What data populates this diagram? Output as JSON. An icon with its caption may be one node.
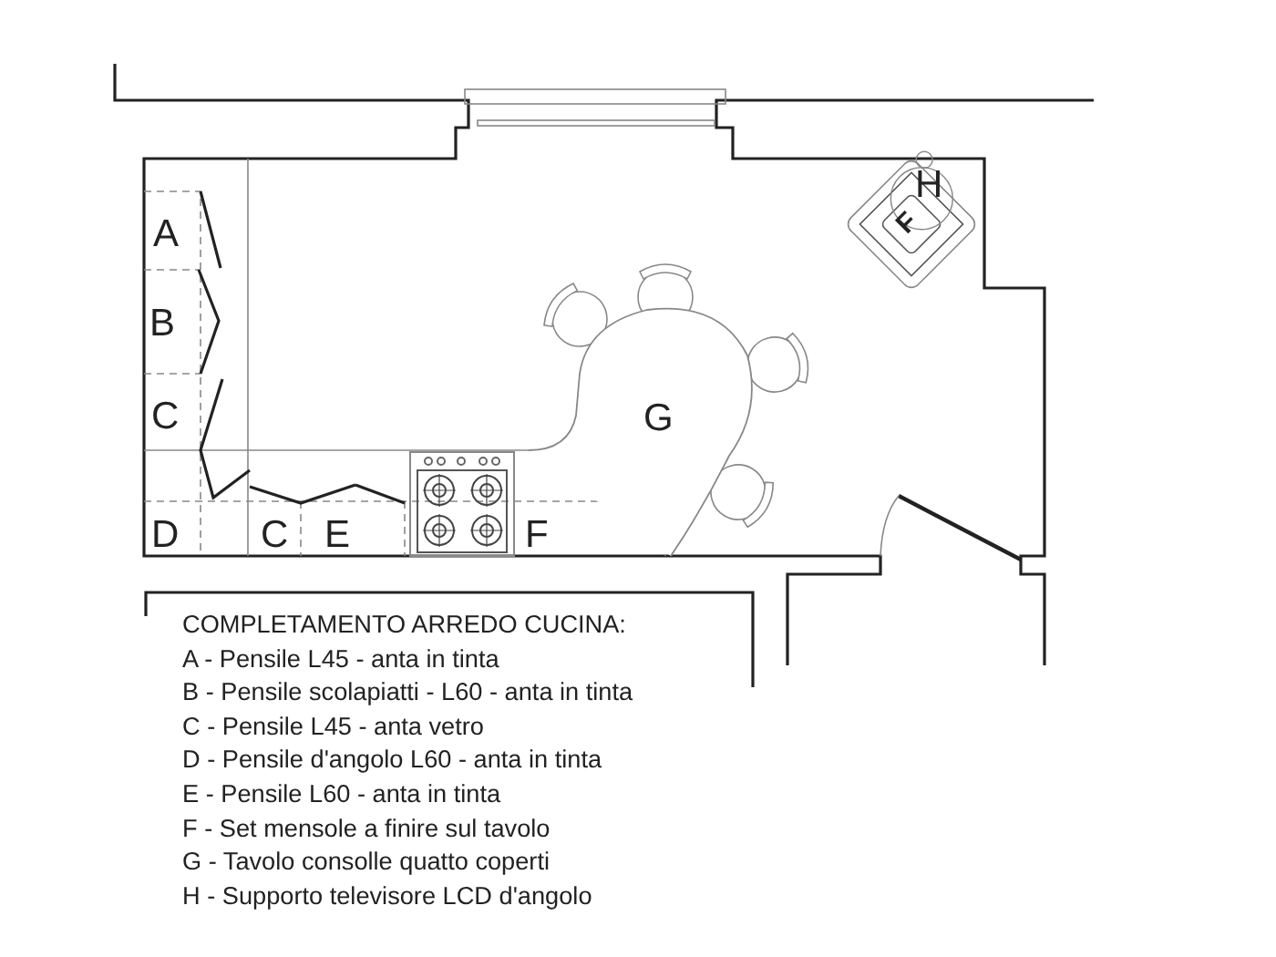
{
  "diagram": {
    "labels": [
      "A",
      "B",
      "C",
      "D",
      "C",
      "E",
      "F",
      "G",
      "H",
      "F",
      "COMPLETAMENTO ARREDO CUCINA:",
      "A - Pensile L45 - anta in tinta",
      "B - Pensile scolapiatti - L60 - anta in tinta",
      "C - Pensile L45 - anta vetro",
      "D - Pensile d'angolo L60 - anta in tinta",
      "E - Pensile L60 - anta in tinta",
      "F - Set mensole a finire sul tavolo",
      "G - Tavolo consolle quatto coperti",
      "H - Supporto televisore LCD d'angolo"
    ]
  }
}
